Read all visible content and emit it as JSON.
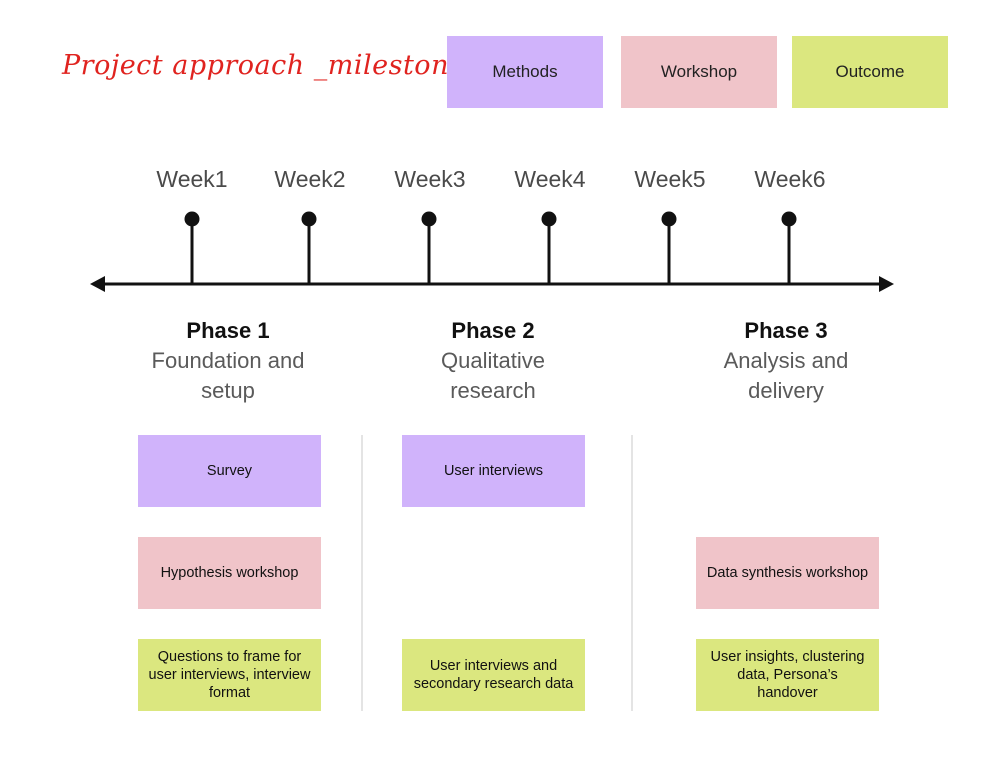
{
  "title": "Project approach _milestone",
  "legend": {
    "methods": "Methods",
    "workshop": "Workshop",
    "outcome": "Outcome"
  },
  "colors": {
    "methods": "#d0b3fb",
    "workshop": "#f0c4c9",
    "outcome": "#dbe77f",
    "title": "#e0231f"
  },
  "weeks": [
    "Week1",
    "Week2",
    "Week3",
    "Week4",
    "Week5",
    "Week6"
  ],
  "phases": [
    {
      "name": "Phase 1",
      "desc_line1": "Foundation and",
      "desc_line2": "setup"
    },
    {
      "name": "Phase 2",
      "desc_line1": "Qualitative",
      "desc_line2": "research"
    },
    {
      "name": "Phase 3",
      "desc_line1": "Analysis and",
      "desc_line2": "delivery"
    }
  ],
  "cards": {
    "p1_method": "Survey",
    "p1_workshop": "Hypothesis workshop",
    "p1_outcome": "Questions to frame for user interviews, interview format",
    "p2_method": "User interviews",
    "p2_outcome": "User interviews and secondary research data",
    "p3_workshop": "Data synthesis workshop",
    "p3_outcome": "User insights, clustering data, Persona’s handover"
  }
}
